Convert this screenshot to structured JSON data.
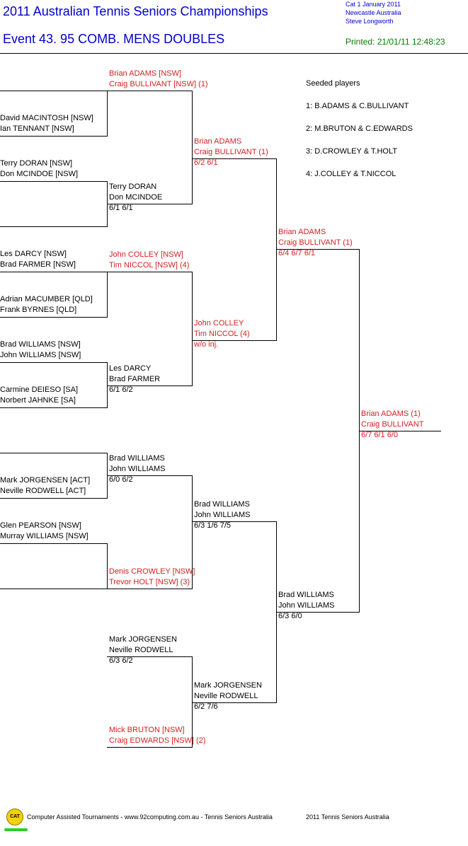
{
  "header": {
    "title": "2011 Australian Tennis Seniors Championships",
    "event": "Event 43. 95  COMB. MENS DOUBLES",
    "meta_line1": "Cat 1    January 2011",
    "meta_line2": "Newcastle   Australia",
    "meta_line3": "Steve Longworth",
    "printed": "Printed: 21/01/11 12:48:23"
  },
  "seeds": {
    "title": "Seeded players",
    "items": [
      "1: B.ADAMS & C.BULLIVANT",
      "2: M.BRUTON & C.EDWARDS",
      "3: D.CROWLEY & T.HOLT",
      "4: J.COLLEY & T.NICCOL"
    ]
  },
  "round1": [
    {
      "a": "",
      "b": ""
    },
    {
      "a": "David MACINTOSH [NSW]",
      "b": "Ian TENNANT [NSW]"
    },
    {
      "a": "Terry DORAN [NSW]",
      "b": "Don MCINDOE [NSW]"
    },
    {
      "a": "",
      "b": ""
    },
    {
      "a": "Les DARCY [NSW]",
      "b": "Brad FARMER [NSW]"
    },
    {
      "a": "Adrian MACUMBER [QLD]",
      "b": "Frank BYRNES [QLD]"
    },
    {
      "a": "Brad WILLIAMS [NSW]",
      "b": "John WILLIAMS [NSW]"
    },
    {
      "a": "Carmine DEIESO [SA]",
      "b": "Norbert JAHNKE [SA]"
    },
    {
      "a": "",
      "b": ""
    },
    {
      "a": "Mark JORGENSEN [ACT]",
      "b": "Neville RODWELL [ACT]"
    },
    {
      "a": "Glen PEARSON [NSW]",
      "b": "Murray WILLIAMS [NSW]"
    },
    {
      "a": "",
      "b": ""
    }
  ],
  "round2": [
    {
      "a": "Brian ADAMS [NSW]",
      "b": "Craig BULLIVANT [NSW] (1)",
      "score": "",
      "seeded": true
    },
    {
      "a": "Terry DORAN",
      "b": "Don MCINDOE",
      "score": "6/1 6/1",
      "seeded": false
    },
    {
      "a": "John COLLEY [NSW]",
      "b": "Tim NICCOL [NSW] (4)",
      "score": "",
      "seeded": true
    },
    {
      "a": "Les DARCY",
      "b": "Brad FARMER",
      "score": "6/1 6/2",
      "seeded": false
    },
    {
      "a": "Brad WILLIAMS",
      "b": "John WILLIAMS",
      "score": "6/0 6/2",
      "seeded": false
    },
    {
      "a": "Denis CROWLEY [NSW]",
      "b": "Trevor HOLT [NSW] (3)",
      "score": "",
      "seeded": true
    },
    {
      "a": "Mark JORGENSEN",
      "b": "Neville RODWELL",
      "score": "6/3 6/2",
      "seeded": false
    },
    {
      "a": "Mick BRUTON [NSW]",
      "b": "Craig EDWARDS [NSW] (2)",
      "score": "",
      "seeded": true
    }
  ],
  "round3": [
    {
      "a": "Brian ADAMS",
      "b": "Craig BULLIVANT (1)",
      "score": "6/2 6/1",
      "seeded": true
    },
    {
      "a": "John COLLEY",
      "b": "Tim NICCOL (4)",
      "score": "w/o inj.",
      "seeded": true
    },
    {
      "a": "Brad WILLIAMS",
      "b": "John WILLIAMS",
      "score": "6/3 1/6 7/5",
      "seeded": false
    },
    {
      "a": "Mark JORGENSEN",
      "b": "Neville RODWELL",
      "score": "6/2 7/6",
      "seeded": false
    }
  ],
  "round4": [
    {
      "a": "Brian ADAMS",
      "b": "Craig BULLIVANT (1)",
      "score": "6/4 6/7 6/1",
      "seeded": true
    },
    {
      "a": "Brad WILLIAMS",
      "b": "John WILLIAMS",
      "score": "6/3 6/0",
      "seeded": false
    }
  ],
  "final": {
    "a": "Brian ADAMS (1)",
    "b": "Craig BULLIVANT",
    "score": "6/7 6/1 6/0",
    "seeded": true
  },
  "footer": {
    "logo": "CAT",
    "left": "Computer Assisted Tournaments - www.92computing.com.au -  Tennis Seniors Australia",
    "right": "2011 Tennis Seniors Australia"
  }
}
